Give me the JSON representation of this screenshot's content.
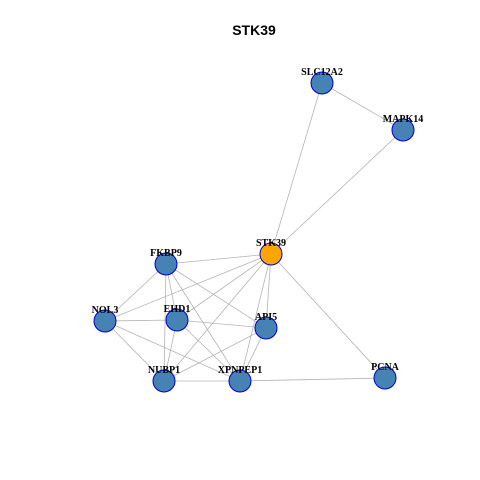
{
  "title": "STK39",
  "colors": {
    "node_fill": "#4682B4",
    "node_stroke": "#0000CD",
    "center_fill": "#FFA500",
    "center_stroke": "#0000CD",
    "edge": "#b4b4b4"
  },
  "nodes": [
    {
      "id": "SLC12A2",
      "label": "SLC12A2",
      "center": false
    },
    {
      "id": "MAPK14",
      "label": "MAPK14",
      "center": false
    },
    {
      "id": "STK39",
      "label": "STK39",
      "center": true
    },
    {
      "id": "FKBP9",
      "label": "FKBP9",
      "center": false
    },
    {
      "id": "NOL3",
      "label": "NOL3",
      "center": false
    },
    {
      "id": "EHD1",
      "label": "EHD1",
      "center": false
    },
    {
      "id": "API5",
      "label": "API5",
      "center": false
    },
    {
      "id": "NUBP1",
      "label": "NUBP1",
      "center": false
    },
    {
      "id": "XPNPEP1",
      "label": "XPNPEP1",
      "center": false
    },
    {
      "id": "PCNA",
      "label": "PCNA",
      "center": false
    }
  ],
  "edges": [
    [
      "SLC12A2",
      "MAPK14"
    ],
    [
      "SLC12A2",
      "STK39"
    ],
    [
      "MAPK14",
      "STK39"
    ],
    [
      "STK39",
      "FKBP9"
    ],
    [
      "STK39",
      "NOL3"
    ],
    [
      "STK39",
      "EHD1"
    ],
    [
      "STK39",
      "API5"
    ],
    [
      "STK39",
      "NUBP1"
    ],
    [
      "STK39",
      "XPNPEP1"
    ],
    [
      "STK39",
      "PCNA"
    ],
    [
      "FKBP9",
      "NOL3"
    ],
    [
      "FKBP9",
      "EHD1"
    ],
    [
      "FKBP9",
      "API5"
    ],
    [
      "FKBP9",
      "NUBP1"
    ],
    [
      "FKBP9",
      "XPNPEP1"
    ],
    [
      "NOL3",
      "EHD1"
    ],
    [
      "NOL3",
      "NUBP1"
    ],
    [
      "NOL3",
      "XPNPEP1"
    ],
    [
      "EHD1",
      "API5"
    ],
    [
      "EHD1",
      "NUBP1"
    ],
    [
      "EHD1",
      "XPNPEP1"
    ],
    [
      "API5",
      "NUBP1"
    ],
    [
      "API5",
      "XPNPEP1"
    ],
    [
      "NUBP1",
      "XPNPEP1"
    ],
    [
      "XPNPEP1",
      "PCNA"
    ]
  ]
}
